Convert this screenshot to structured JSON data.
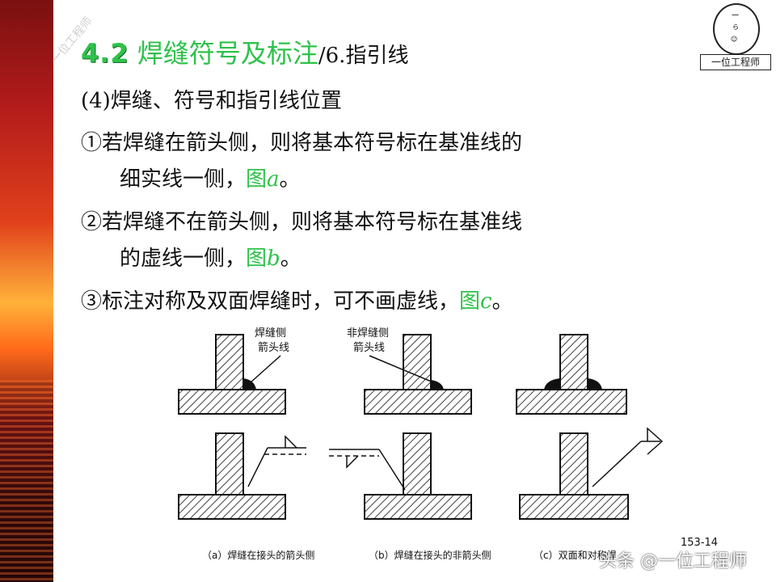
{
  "watermark": "一位工程师",
  "logo": {
    "line1": "一",
    "line2": "ら",
    "line3": "☺",
    "caption": "一位工程师"
  },
  "title": {
    "number": "4.2",
    "text": "焊缝符号及标注",
    "rest": "/6.指引线"
  },
  "subtitle": "(4)焊缝、符号和指引线位置",
  "items": [
    {
      "text": "①若焊缝在箭头侧，则将基本符号标在基准线的",
      "cont": "细实线一侧，",
      "fig": "图",
      "figletter": "a",
      "end": "。"
    },
    {
      "text": "②若焊缝不在箭头侧，则将基本符号标在基准线",
      "cont": "的虚线一侧，",
      "fig": "图",
      "figletter": "b",
      "end": "。"
    },
    {
      "text": "③标注对称及双面焊缝时，可不画虚线，",
      "fig": "图",
      "figletter": "c",
      "end": "。"
    }
  ],
  "figure": {
    "label_a1": "焊缝侧",
    "label_a2": "箭头线",
    "label_b1": "非焊缝侧",
    "label_b2": "箭头线",
    "caption_a": "（a）焊缝在接头的箭头侧",
    "caption_b": "（b）焊缝在接头的非箭头侧",
    "caption_c": "（c）双面和对称焊"
  },
  "page_number": "153-14",
  "credit": "头条 @一位工程师"
}
